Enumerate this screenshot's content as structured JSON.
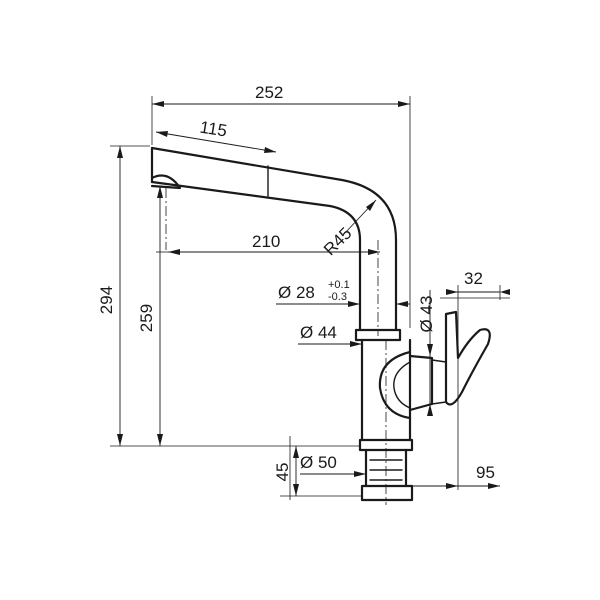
{
  "dimensions": {
    "overall_reach": "252",
    "spout_pullout": "115",
    "spout_reach": "210",
    "bend_radius": "R45",
    "total_height": "294",
    "spout_height": "259",
    "lever_width": "32",
    "spout_tube_diameter": "Ø 28",
    "spout_tube_tol_upper": "+0.1",
    "spout_tube_tol_lower": "-0.3",
    "body_diameter": "Ø 44",
    "lever_hub_diameter": "Ø 43",
    "base_diameter": "Ø 50",
    "base_height": "45",
    "lever_depth": "95"
  }
}
